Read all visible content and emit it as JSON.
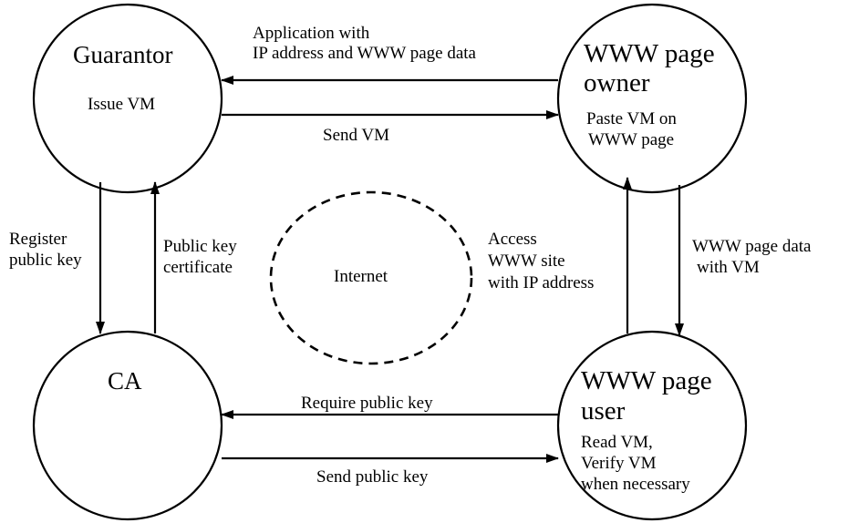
{
  "nodes": {
    "guarantor": {
      "title": "Guarantor",
      "body": "Issue VM"
    },
    "owner": {
      "title_1": "WWW page",
      "title_2": "owner",
      "body_1": "Paste VM on",
      "body_2": "WWW page"
    },
    "ca": {
      "title": "CA"
    },
    "user": {
      "title_1": "WWW page",
      "title_2": "user",
      "body_1": "Read VM,",
      "body_2": "Verify VM",
      "body_3": "when necessary"
    },
    "internet": {
      "title": "Internet"
    }
  },
  "edges": {
    "application": {
      "line_1": "Application with",
      "line_2": "IP address and WWW page data"
    },
    "send_vm": {
      "label": "Send VM"
    },
    "register": {
      "line_1": "Register",
      "line_2": "public key"
    },
    "certificate": {
      "line_1": "Public key",
      "line_2": "certificate"
    },
    "access": {
      "line_1": "Access",
      "line_2": "WWW site",
      "line_3": "with IP address"
    },
    "page_data": {
      "line_1": "WWW page data",
      "line_2": "with VM"
    },
    "require": {
      "label": "Require public key"
    },
    "send_key": {
      "label": "Send public key"
    }
  }
}
